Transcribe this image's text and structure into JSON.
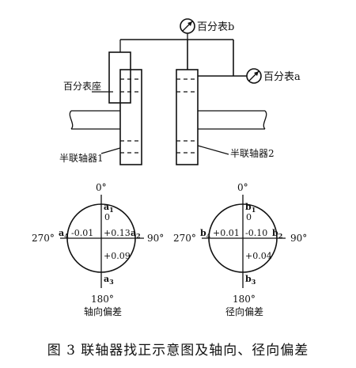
{
  "top": {
    "gauge_b_label": "百分表b",
    "gauge_a_label": "百分表a",
    "seat_label": "百分表座",
    "half1_label": "半联轴器1",
    "half2_label": "半联轴器2"
  },
  "axial": {
    "deg_top": "0°",
    "deg_bottom": "180°",
    "deg_left": "270°",
    "deg_right": "90°",
    "pt_top": "a",
    "pt_top_sub": "1",
    "pt_right": "a",
    "pt_right_sub": "2",
    "pt_bottom": "a",
    "pt_bottom_sub": "3",
    "pt_left": "a",
    "pt_left_sub": "4",
    "val_top": "0",
    "val_right": "+0.13",
    "val_bottom": "+0.09",
    "val_left": "-0.01",
    "title": "轴向偏差"
  },
  "radial": {
    "deg_top": "0°",
    "deg_bottom": "180°",
    "deg_left": "270°",
    "deg_right": "90°",
    "pt_top": "b",
    "pt_top_sub": "1",
    "pt_right": "b",
    "pt_right_sub": "2",
    "pt_bottom": "b",
    "pt_bottom_sub": "3",
    "pt_left": "b",
    "pt_left_sub": "4",
    "val_top": "0",
    "val_right": "-0.10",
    "val_bottom": "+0.04",
    "val_left": "+0.01",
    "title": "径向偏差"
  },
  "caption": "图 3  联轴器找正示意图及轴向、径向偏差"
}
